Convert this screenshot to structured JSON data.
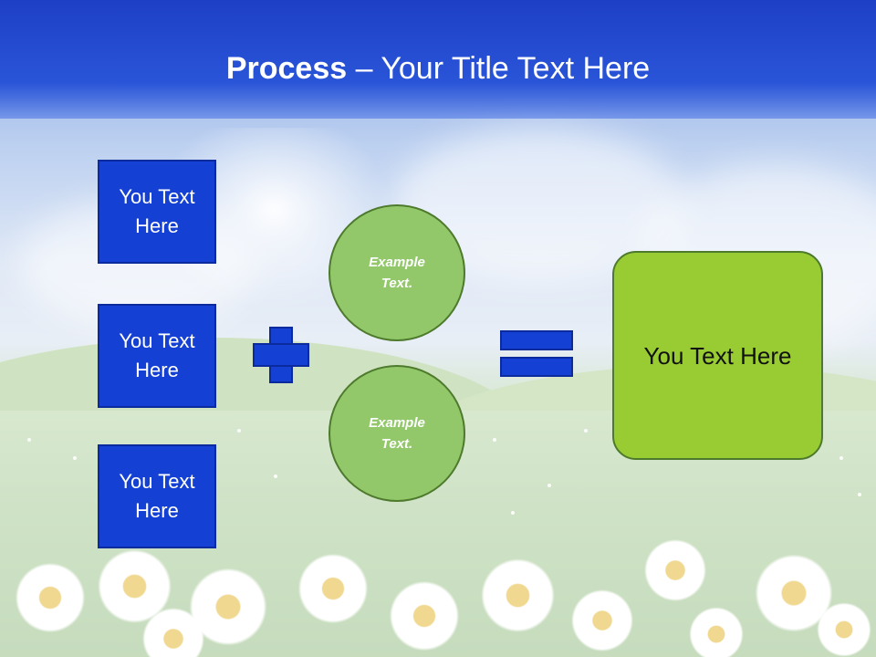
{
  "title": {
    "bold": "Process",
    "rest": " – Your Title Text Here"
  },
  "left_boxes": [
    "You Text Here",
    "You Text Here",
    "You Text Here"
  ],
  "circles": [
    "Example Text.",
    "Example Text."
  ],
  "result": "You Text Here",
  "colors": {
    "title_band": "#1d3fc6",
    "box_fill": "#1440d4",
    "circle_fill": "#92c86a",
    "result_fill": "#99cc33"
  },
  "icons": {
    "plus": "plus-icon",
    "equals": "equals-icon"
  }
}
